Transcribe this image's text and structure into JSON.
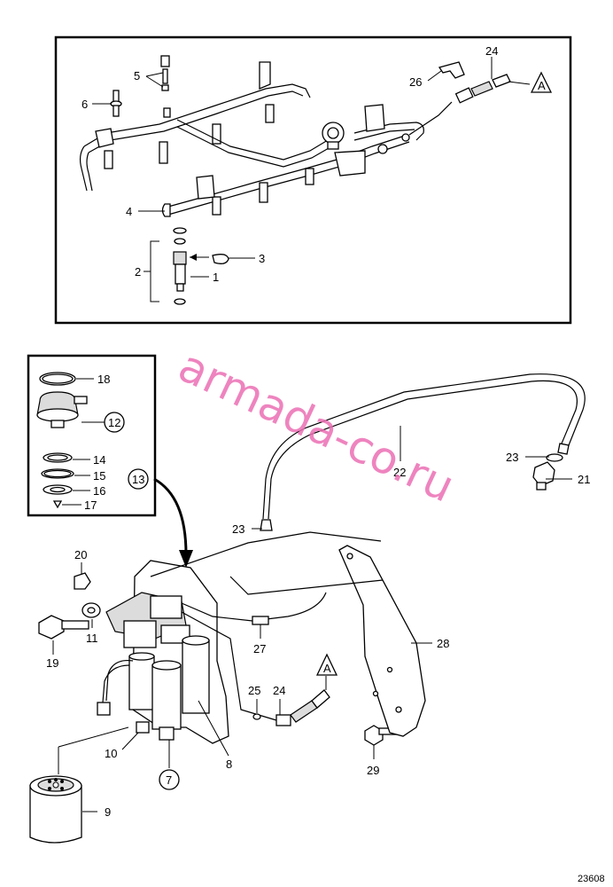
{
  "labels": {
    "p1": "1",
    "p2": "2",
    "p3": "3",
    "p4": "4",
    "p5": "5",
    "p6": "6",
    "p7": "7",
    "p8": "8",
    "p9": "9",
    "p10": "10",
    "p11": "11",
    "p12": "12",
    "p13": "13",
    "p14": "14",
    "p15": "15",
    "p16": "16",
    "p17": "17",
    "p18": "18",
    "p19": "19",
    "p20": "20",
    "p21": "21",
    "p22": "22",
    "p23a": "23",
    "p23b": "23",
    "p24a": "24",
    "p24b": "24",
    "p25": "25",
    "p26": "26",
    "p27": "27",
    "p28": "28",
    "p29": "29"
  },
  "connector_marks": {
    "top": "A",
    "bottom": "A"
  },
  "watermark": "armada-co.ru",
  "figure_ref": "23608",
  "colors": {
    "line": "#000000",
    "watermark": "#ec6fb4",
    "fill": "#dcdcdc"
  }
}
